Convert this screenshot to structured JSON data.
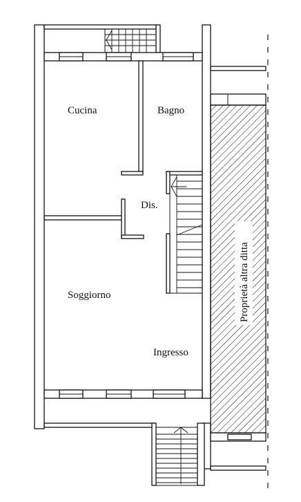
{
  "rooms": {
    "cucina": "Cucina",
    "bagno": "Bagno",
    "dis": "Dis.",
    "soggiorno": "Soggiorno",
    "ingresso": "Ingresso"
  },
  "neighbor": "Proprietà altra ditta",
  "colors": {
    "ink": "#111111",
    "paper": "#ffffff"
  }
}
